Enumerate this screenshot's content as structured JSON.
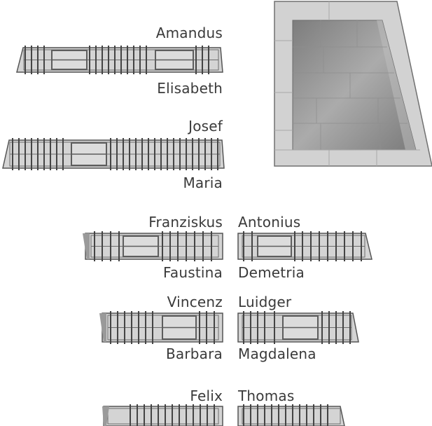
{
  "colors": {
    "outline": "#555555",
    "slab_fill": "#d4d4d4",
    "panel_fill": "#dcdcdc",
    "bar_dark": "#444444",
    "floor_outer": "#d0d0d0",
    "floor_inner_light": "#a9a9a9",
    "floor_inner_dark": "#7c7c7c",
    "text": "#3a3a3a"
  },
  "labels": {
    "amandus": "Amandus",
    "elisabeth": "Elisabeth",
    "josef": "Josef",
    "maria": "Maria",
    "franziskus": "Franziskus",
    "antonius": "Antonius",
    "faustina": "Faustina",
    "demetria": "Demetria",
    "vincenz": "Vincenz",
    "luidger": "Luidger",
    "barbara": "Barbara",
    "magdalena": "Magdalena",
    "felix": "Felix",
    "thomas": "Thomas"
  }
}
